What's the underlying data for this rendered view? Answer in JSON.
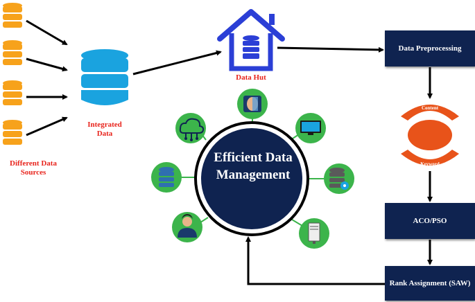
{
  "labels": {
    "sources": "Different Data Sources",
    "integrated": "Integrated Data",
    "hut": "Data Hut",
    "center": "Efficient Data Management"
  },
  "pipeline": {
    "preprocessing": "Data Preprocessing",
    "content": "Content",
    "keyword": "Keyword",
    "aco": "ACO/PSO",
    "rank": "Rank Assignment (SAW)"
  },
  "icons": [
    "face-scan-icon",
    "monitor-icon",
    "database-gear-icon",
    "server-icon",
    "user-icon",
    "database-icon",
    "cloud-network-icon"
  ],
  "colors": {
    "source_db": "#f7a21b",
    "integrated_db": "#1aa3df",
    "navy": "#0f2350",
    "hut_blue": "#2b3fd6",
    "label_red": "#e8241c",
    "icon_green": "#3cb44b",
    "ring_orange": "#e8531a"
  }
}
